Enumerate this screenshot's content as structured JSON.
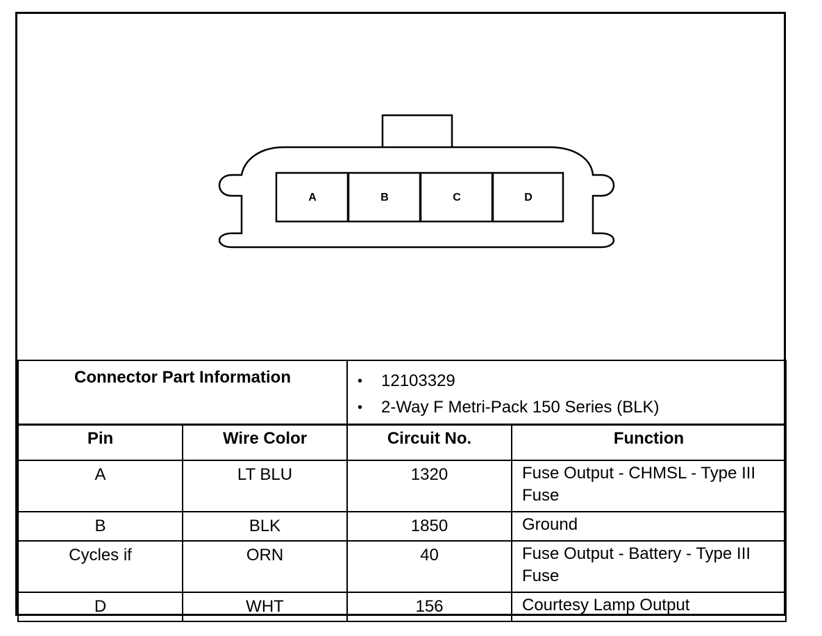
{
  "connector": {
    "pins": [
      "A",
      "B",
      "C",
      "D"
    ]
  },
  "part_info": {
    "heading": "Connector Part Information",
    "items": [
      "12103329",
      "2-Way F Metri-Pack 150 Series (BLK)"
    ]
  },
  "pin_table": {
    "headers": [
      "Pin",
      "Wire Color",
      "Circuit No.",
      "Function"
    ],
    "rows": [
      {
        "pin": "A",
        "wire_color": "LT BLU",
        "circuit": "1320",
        "function": "Fuse Output - CHMSL - Type III Fuse"
      },
      {
        "pin": "B",
        "wire_color": "BLK",
        "circuit": "1850",
        "function": "Ground"
      },
      {
        "pin": "Cycles if",
        "wire_color": "ORN",
        "circuit": "40",
        "function": "Fuse Output - Battery - Type III Fuse"
      },
      {
        "pin": "D",
        "wire_color": "WHT",
        "circuit": "156",
        "function": "Courtesy Lamp Output"
      }
    ]
  }
}
